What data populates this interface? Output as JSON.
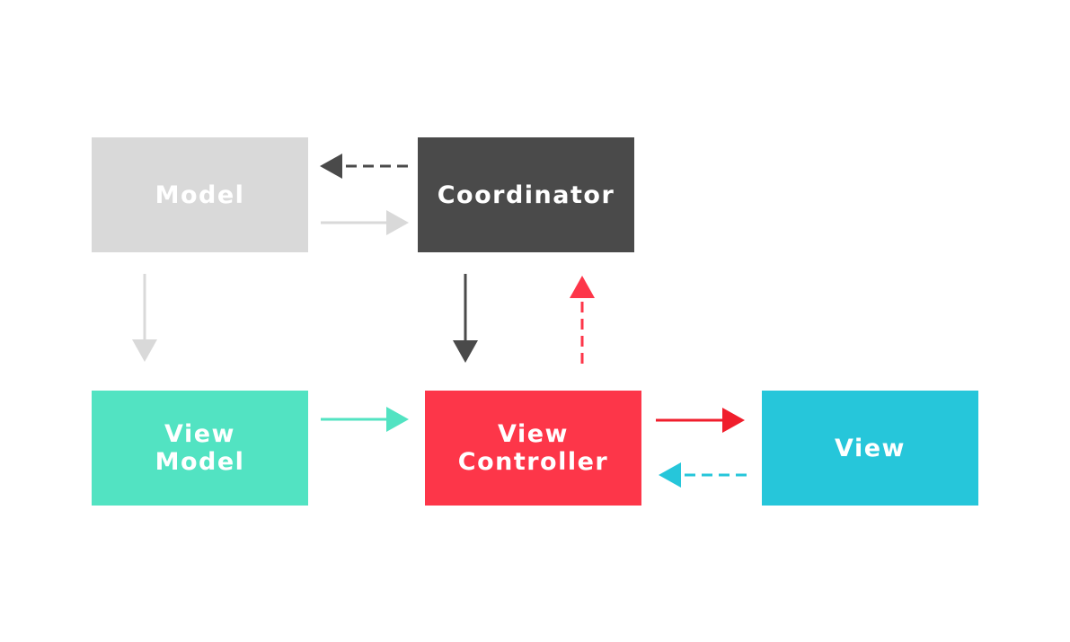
{
  "nodes": {
    "model": {
      "label": "Model",
      "color": "#d9d9d9"
    },
    "coordinator": {
      "label": "Coordinator",
      "color": "#4a4a4a"
    },
    "view_model": {
      "label_line1": "View",
      "label_line2": "Model",
      "color": "#52e3c2"
    },
    "view_controller": {
      "label_line1": "View",
      "label_line2": "Controller",
      "color": "#fd3649"
    },
    "view": {
      "label": "View",
      "color": "#26c6da"
    }
  },
  "edges": [
    {
      "from": "coordinator",
      "to": "model",
      "style": "dashed",
      "color": "#4a4a4a"
    },
    {
      "from": "model",
      "to": "coordinator",
      "style": "solid",
      "color": "#d9d9d9"
    },
    {
      "from": "model",
      "to": "view_model",
      "style": "solid",
      "color": "#d9d9d9"
    },
    {
      "from": "coordinator",
      "to": "view_controller",
      "style": "solid",
      "color": "#4a4a4a"
    },
    {
      "from": "view_controller",
      "to": "coordinator",
      "style": "dashed",
      "color": "#fd3649"
    },
    {
      "from": "view_model",
      "to": "view_controller",
      "style": "solid",
      "color": "#52e3c2"
    },
    {
      "from": "view_controller",
      "to": "view",
      "style": "solid",
      "color": "#f01e2c"
    },
    {
      "from": "view",
      "to": "view_controller",
      "style": "dashed",
      "color": "#26c6da"
    }
  ]
}
